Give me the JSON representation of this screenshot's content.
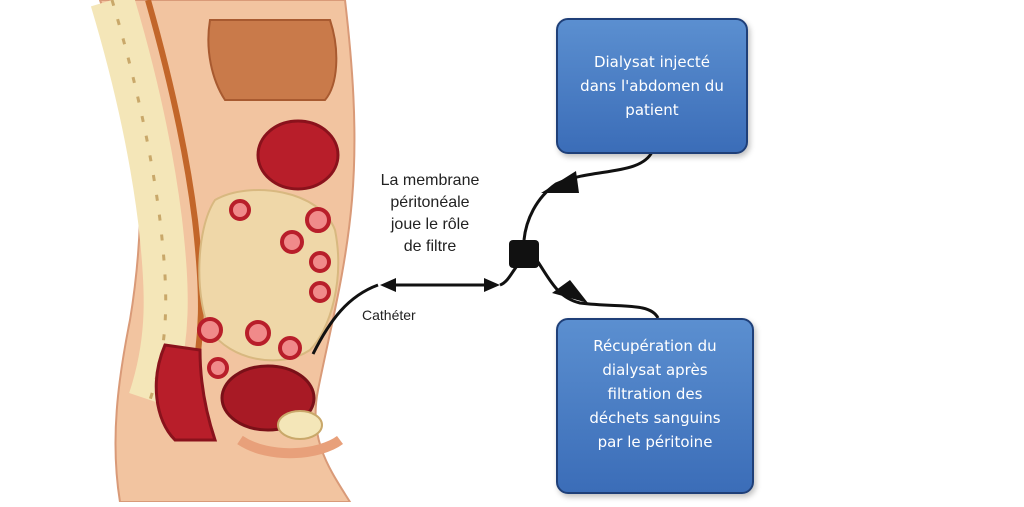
{
  "labels": {
    "membrane": "La membrane\npéritonéale\njoue le rôle\nde filtre",
    "catheter": "Cathéter"
  },
  "boxes": {
    "injected": "Dialysat injecté\ndans l'abdomen du\npatient",
    "recovered": "Récupération du\ndialysat après\nfiltration des\ndéchets sanguins\npar le péritoine"
  },
  "colors": {
    "box_fill": "#4a7ec4",
    "box_border": "#1f3f78",
    "skin": "#f2c4a0",
    "organ_red": "#b81e2a",
    "spine": "#f4e6b8"
  }
}
